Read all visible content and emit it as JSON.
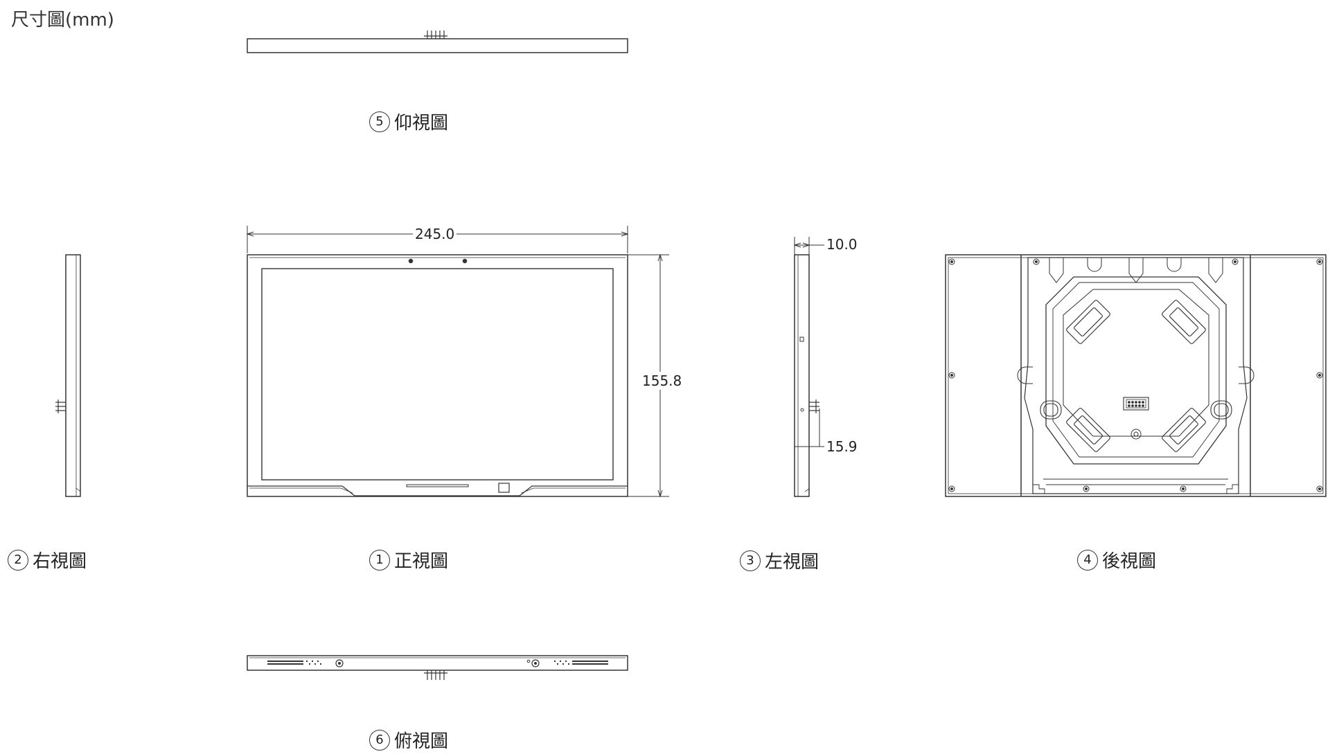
{
  "title": "尺寸圖(mm)",
  "views": {
    "front": {
      "num": "1",
      "label": "正視圖"
    },
    "right": {
      "num": "2",
      "label": "右視圖"
    },
    "left": {
      "num": "3",
      "label": "左視圖"
    },
    "back": {
      "num": "4",
      "label": "後視圖"
    },
    "bottom": {
      "num": "5",
      "label": "仰視圖"
    },
    "top": {
      "num": "6",
      "label": "俯視圖"
    }
  },
  "dimensions": {
    "width": "245.0",
    "height": "155.8",
    "depth": "10.0",
    "bracket_depth": "15.9"
  },
  "colors": {
    "line": "#333333",
    "background": "#ffffff"
  }
}
